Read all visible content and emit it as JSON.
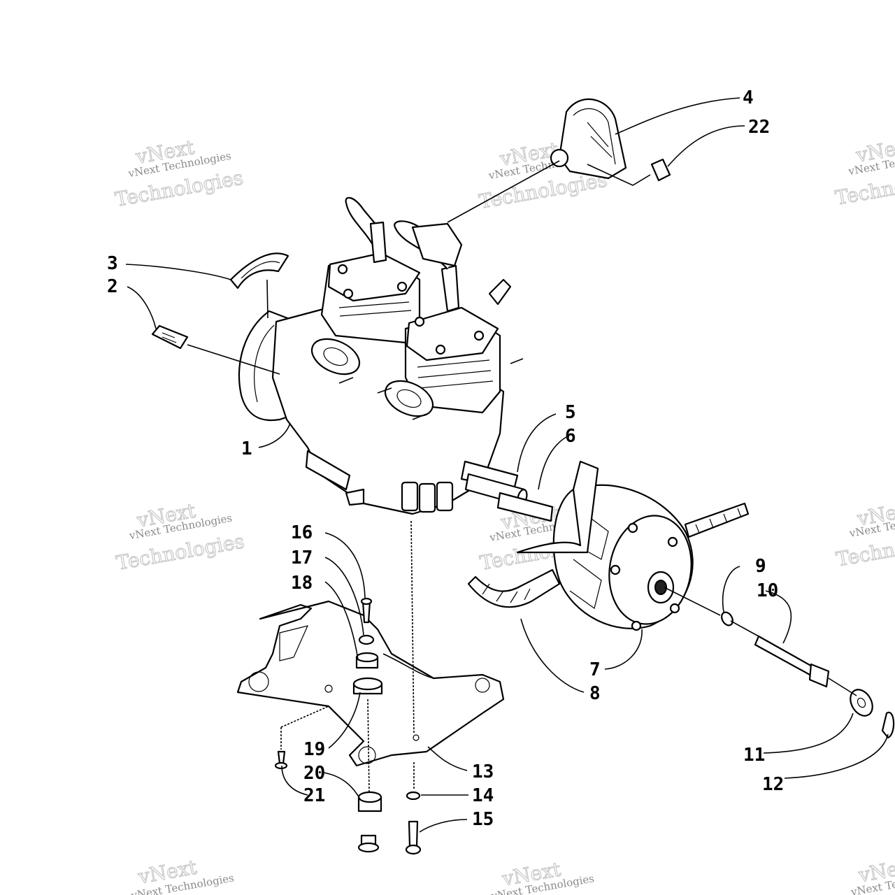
{
  "watermark": {
    "brand": "vNext",
    "small": "vNext Technologies",
    "large": "Technologies"
  },
  "callouts": {
    "c1": "1",
    "c2": "2",
    "c3": "3",
    "c4": "4",
    "c5": "5",
    "c6": "6",
    "c7": "7",
    "c8": "8",
    "c9": "9",
    "c10": "10",
    "c11": "11",
    "c12": "12",
    "c13": "13",
    "c14": "14",
    "c15": "15",
    "c16": "16",
    "c17": "17",
    "c18": "18",
    "c19": "19",
    "c20": "20",
    "c21": "21",
    "c22": "22"
  }
}
